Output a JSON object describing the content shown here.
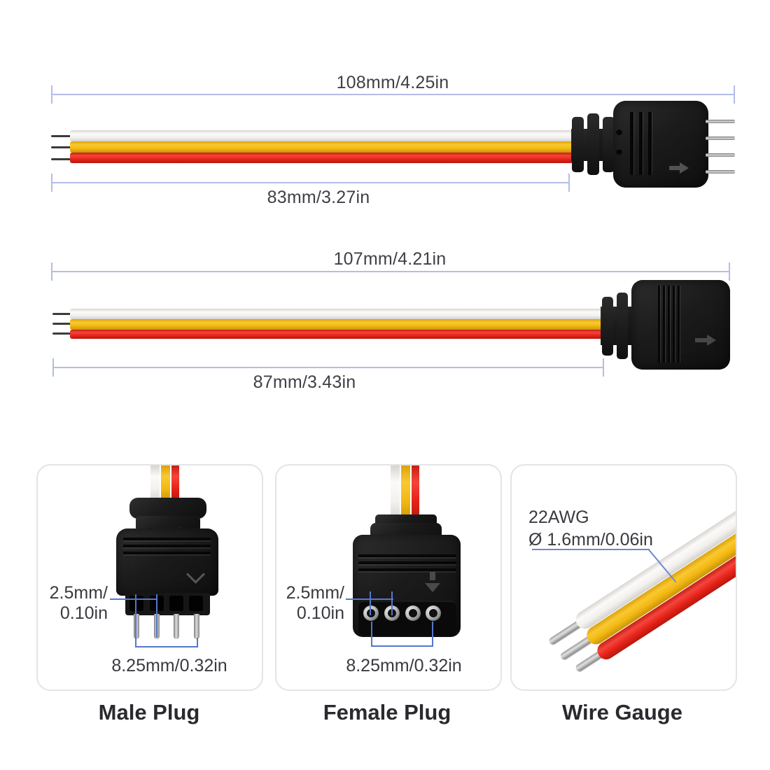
{
  "assemblies": {
    "male": {
      "overall_length": "108mm/4.25in",
      "wire_length": "83mm/3.27in"
    },
    "female": {
      "overall_length": "107mm/4.21in",
      "wire_length": "87mm/3.43in"
    }
  },
  "cards": {
    "male_plug": {
      "caption": "Male Plug",
      "pin_pitch_l1": "2.5mm/",
      "pin_pitch_l2": "0.10in",
      "pin_span": "8.25mm/0.32in"
    },
    "female_plug": {
      "caption": "Female Plug",
      "pin_pitch_l1": "2.5mm/",
      "pin_pitch_l2": "0.10in",
      "pin_span": "8.25mm/0.32in"
    },
    "wire_gauge": {
      "caption": "Wire Gauge",
      "gauge": "22AWG",
      "diameter": "Ø 1.6mm/0.06in"
    }
  },
  "colors": {
    "background": "#ffffff",
    "dimension_line": "#b4bce8",
    "annotation_line": "#5577cc",
    "label_text": "#3f3f46",
    "caption_text": "#2a2a2e",
    "connector_black": "#1b1b1b",
    "wire_white": "#f7f5f2",
    "wire_yellow": "#f2b713",
    "wire_red": "#e52218",
    "pin_silver": "#bdbdbd"
  }
}
